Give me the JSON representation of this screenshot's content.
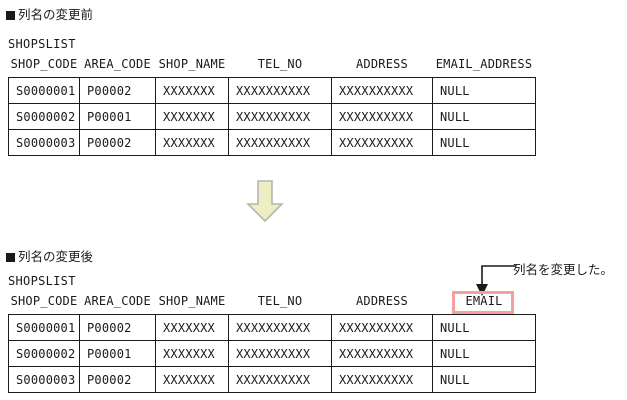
{
  "sections": {
    "before": {
      "caption": "列名の変更前",
      "table_label": "SHOPSLIST"
    },
    "after": {
      "caption": "列名の変更後",
      "table_label": "SHOPSLIST"
    }
  },
  "table_before": {
    "headers": [
      "SHOP_CODE",
      "AREA_CODE",
      "SHOP_NAME",
      "TEL_NO",
      "ADDRESS",
      "EMAIL_ADDRESS"
    ],
    "rows": [
      [
        "S0000001",
        "P00002",
        "XXXXXXX",
        "XXXXXXXXXX",
        "XXXXXXXXXX",
        "NULL"
      ],
      [
        "S0000002",
        "P00001",
        "XXXXXXX",
        "XXXXXXXXXX",
        "XXXXXXXXXX",
        "NULL"
      ],
      [
        "S0000003",
        "P00002",
        "XXXXXXX",
        "XXXXXXXXXX",
        "XXXXXXXXXX",
        "NULL"
      ]
    ]
  },
  "table_after": {
    "headers": [
      "SHOP_CODE",
      "AREA_CODE",
      "SHOP_NAME",
      "TEL_NO",
      "ADDRESS",
      "EMAIL"
    ],
    "rows": [
      [
        "S0000001",
        "P00002",
        "XXXXXXX",
        "XXXXXXXXXX",
        "XXXXXXXXXX",
        "NULL"
      ],
      [
        "S0000002",
        "P00001",
        "XXXXXXX",
        "XXXXXXXXXX",
        "XXXXXXXXXX",
        "NULL"
      ],
      [
        "S0000003",
        "P00002",
        "XXXXXXX",
        "XXXXXXXXXX",
        "XXXXXXXXXX",
        "NULL"
      ]
    ]
  },
  "annotation": {
    "text": "列名を変更した。"
  },
  "icons": {
    "flow_arrow": "down-arrow-icon",
    "callout_arrow": "callout-arrow-icon"
  },
  "colors": {
    "arrow_fill": "#eeeec4",
    "arrow_stroke": "#b5b5ad",
    "highlight_border": "#f5a0a0",
    "text": "#1a1a1a",
    "grid_line": "#1a1a1a"
  }
}
